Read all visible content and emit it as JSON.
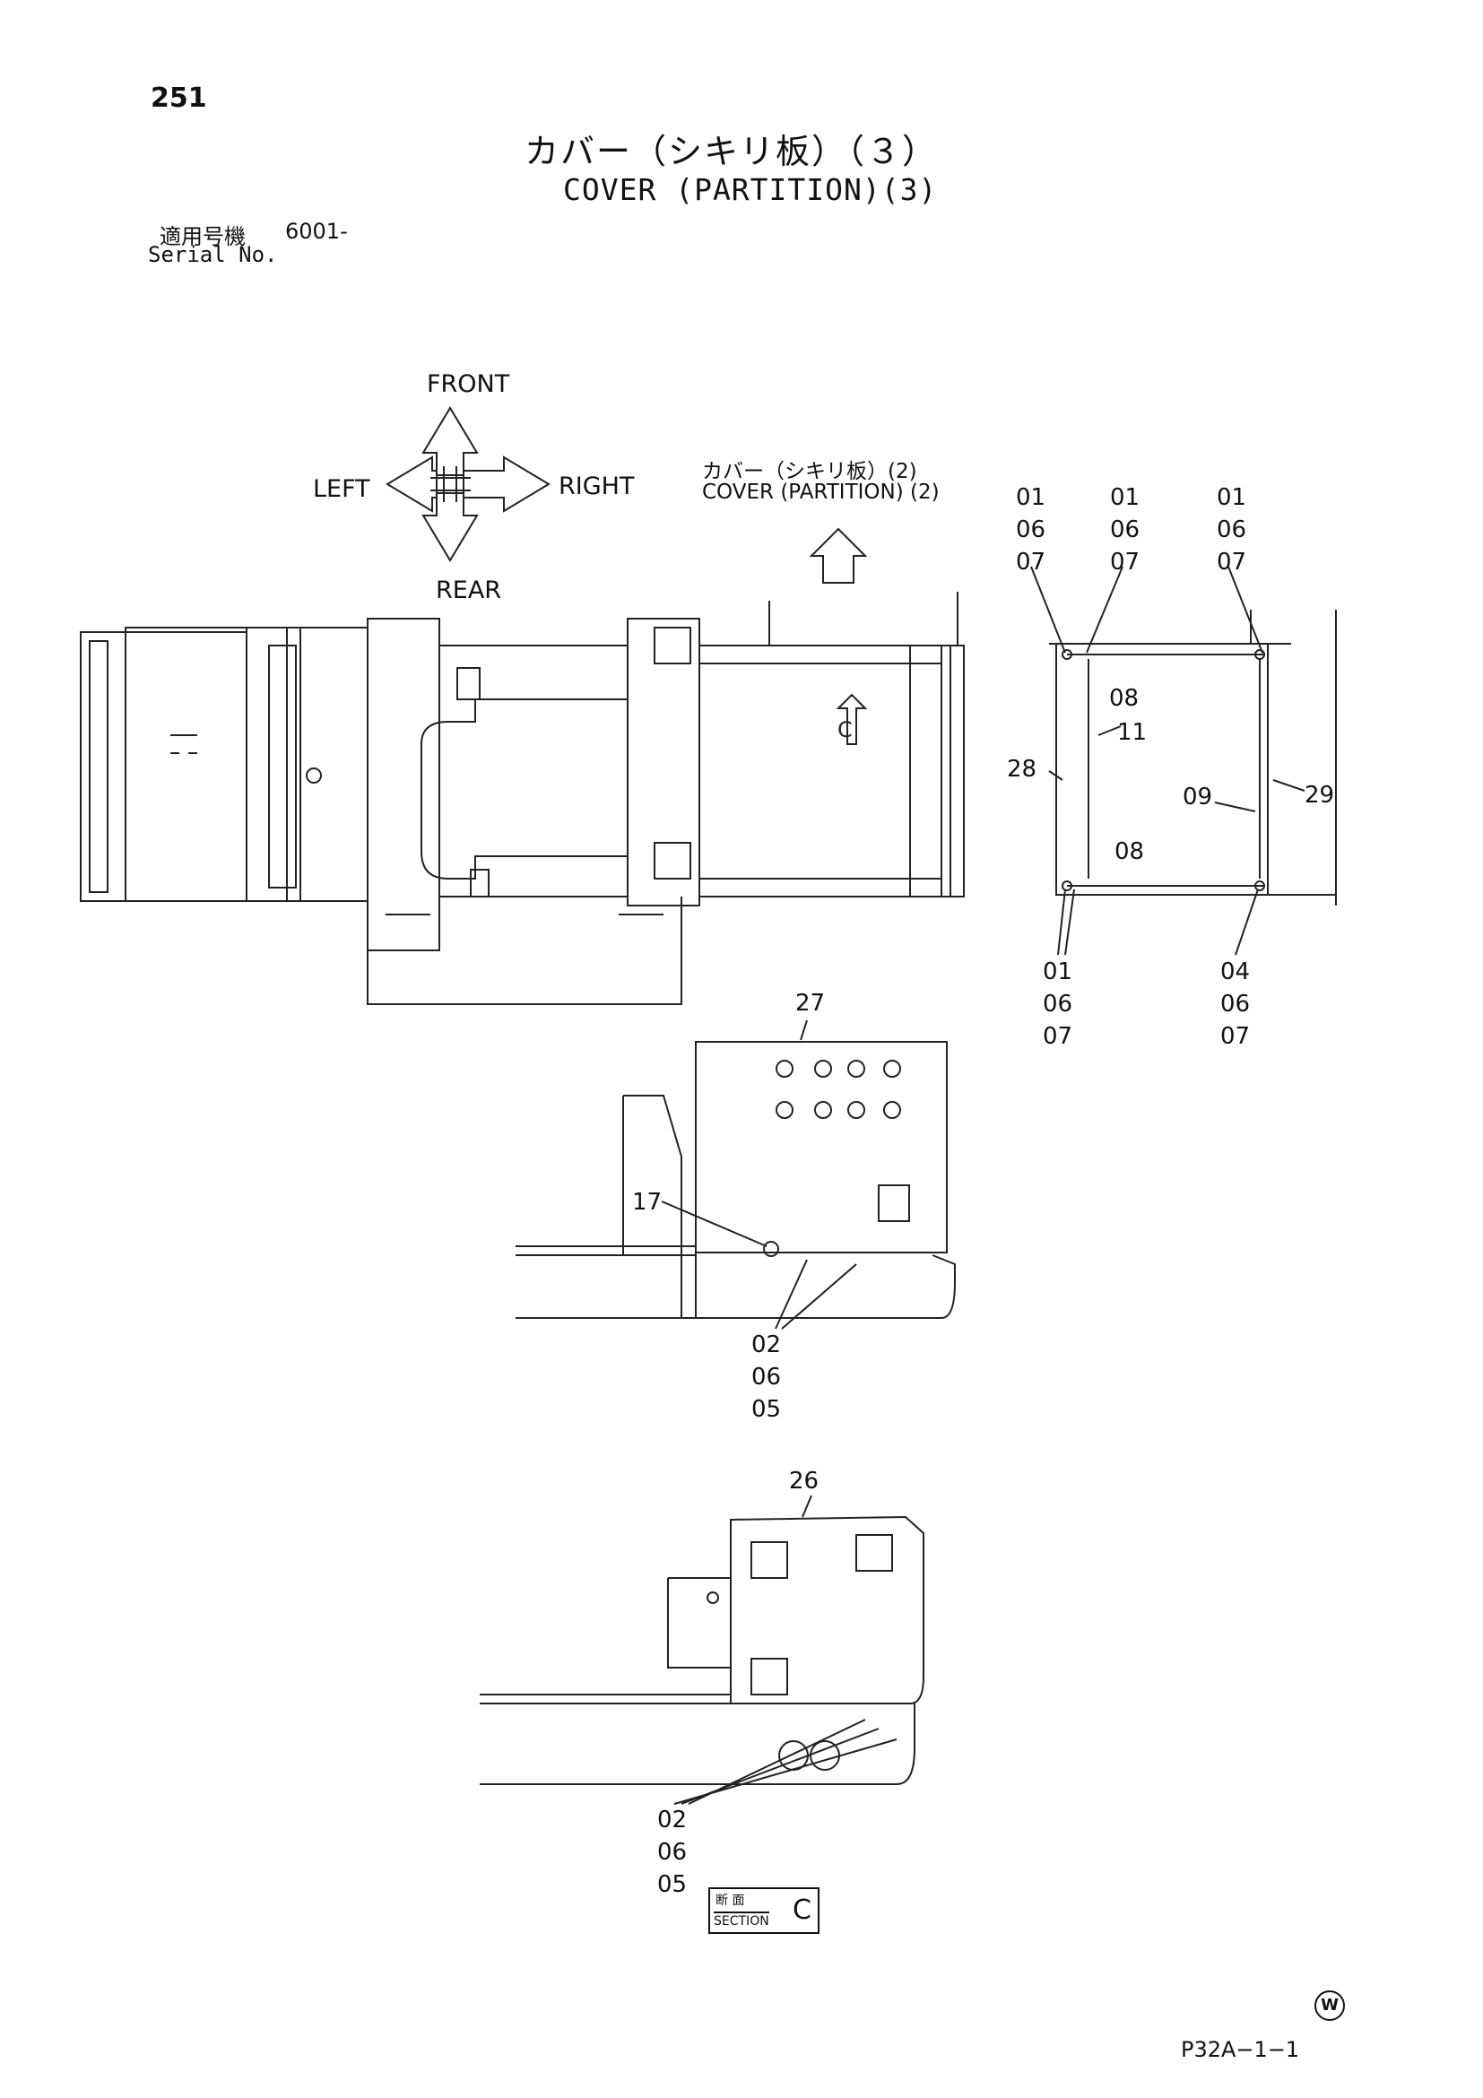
{
  "header": {
    "page_number": "251",
    "title_jp": "カバー（シキリ板）（３）",
    "title_en": "COVER (PARTITION)(3)",
    "serial_label_jp": "適用号機",
    "serial_value": "6001-",
    "serial_label_en": "Serial No."
  },
  "orientation": {
    "front": "FRONT",
    "left": "LEFT",
    "right": "RIGHT",
    "rear": "REAR"
  },
  "reference": {
    "jp": "カバー（シキリ板）(2)",
    "en": "COVER (PARTITION) (2)",
    "section_marker": "C"
  },
  "callouts": {
    "top_left": [
      "01",
      "06",
      "07"
    ],
    "top_mid": [
      "01",
      "06",
      "07"
    ],
    "top_right": [
      "01",
      "06",
      "07"
    ],
    "bottom_left": [
      "01",
      "06",
      "07"
    ],
    "bottom_right": [
      "04",
      "06",
      "07"
    ],
    "part_08_top": "08",
    "part_11": "11",
    "part_28": "28",
    "part_09": "09",
    "part_29": "29",
    "part_08_bottom": "08",
    "part_27": "27",
    "part_17": "17",
    "mid_stack": [
      "02",
      "06",
      "05"
    ],
    "part_26": "26",
    "bottom_stack": [
      "02",
      "06",
      "05"
    ]
  },
  "section_label": {
    "jp": "断 面",
    "en": "SECTION",
    "letter": "C"
  },
  "footer": {
    "watermark": "W",
    "figure_code": "P32A−1−1"
  }
}
